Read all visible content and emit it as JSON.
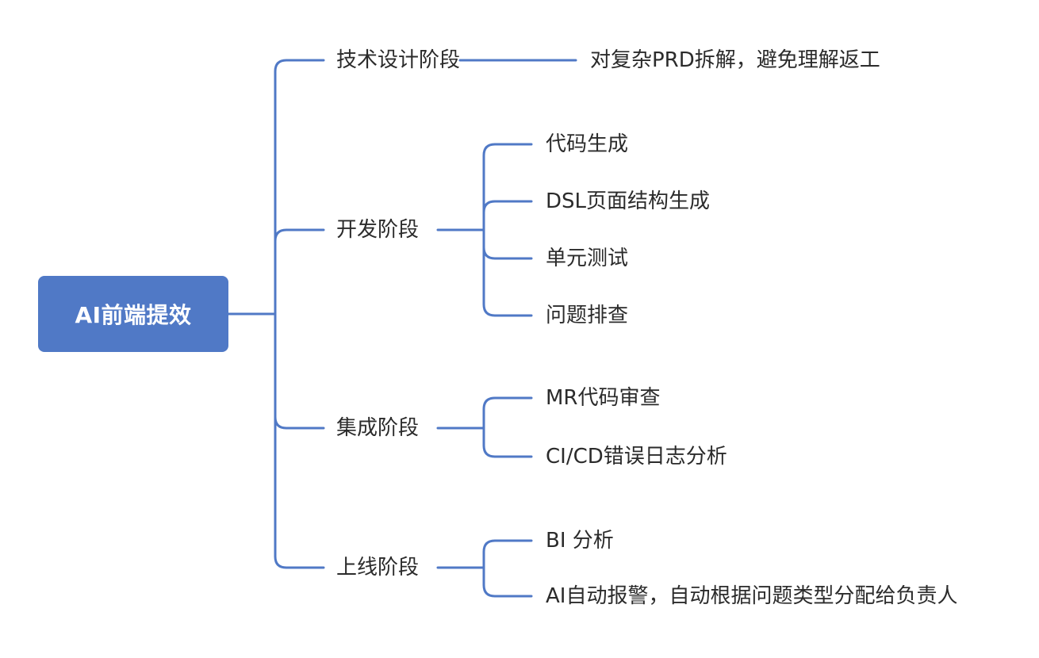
{
  "theme": {
    "accent": "#5079c6",
    "text": "#2b2b2b",
    "background": "#ffffff"
  },
  "root": {
    "label": "AI前端提效"
  },
  "branches": [
    {
      "label": "技术设计阶段",
      "children": [
        "对复杂PRD拆解，避免理解返工"
      ]
    },
    {
      "label": "开发阶段",
      "children": [
        "代码生成",
        "DSL页面结构生成",
        "单元测试",
        "问题排查"
      ]
    },
    {
      "label": "集成阶段",
      "children": [
        "MR代码审查",
        "CI/CD错误日志分析"
      ]
    },
    {
      "label": "上线阶段",
      "children": [
        "BI 分析",
        "AI自动报警，自动根据问题类型分配给负责人"
      ]
    }
  ]
}
